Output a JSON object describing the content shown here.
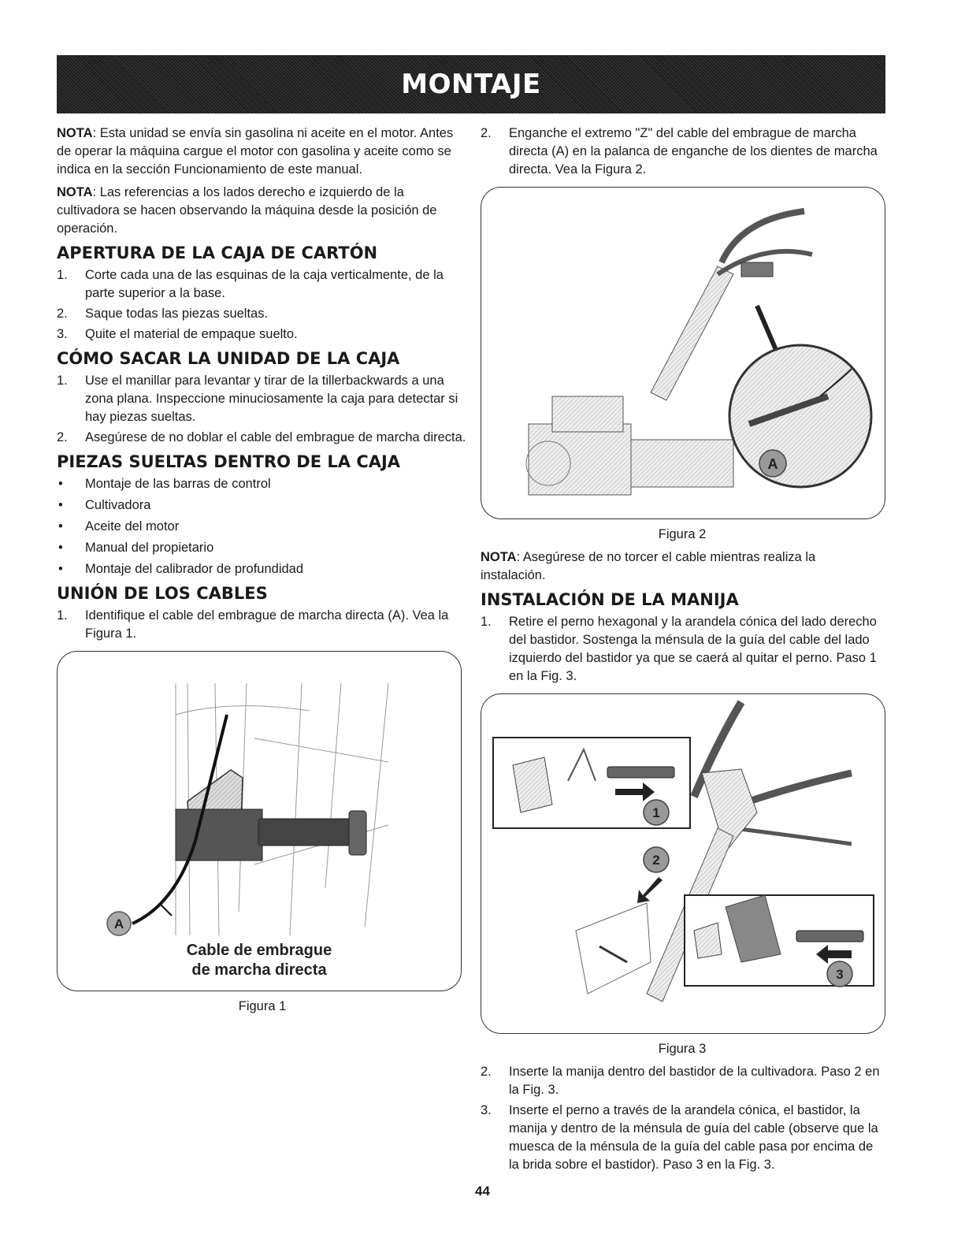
{
  "page_title": "MONTAJE",
  "left": {
    "nota1_label": "NOTA",
    "nota1_text": ": Esta unidad se envía sin gasolina ni aceite en el motor. Antes de operar la máquina cargue el motor con gasolina y aceite como se indica en la sección Funcionamiento de este manual.",
    "nota2_label": "NOTA",
    "nota2_text": ": Las referencias a los lados derecho e izquierdo de la cultivadora se hacen observando la máquina desde la posición de operación.",
    "section1_title": "APERTURA DE LA CAJA DE CARTÓN",
    "section1_items": [
      {
        "num": "1.",
        "text": "Corte cada una de las esquinas de la caja verticalmente, de la parte superior a la base."
      },
      {
        "num": "2.",
        "text": "Saque todas las piezas sueltas."
      },
      {
        "num": "3.",
        "text": "Quite el material de empaque suelto."
      }
    ],
    "section2_title": "CÓMO SACAR LA UNIDAD DE LA CAJA",
    "section2_items": [
      {
        "num": "1.",
        "text": "Use el manillar para levantar y tirar de la tillerbackwards a una zona plana. Inspeccione minuciosamente la caja para detectar si hay piezas sueltas."
      },
      {
        "num": "2.",
        "text": "Asegúrese de no doblar el cable del embrague de marcha directa."
      }
    ],
    "section3_title": "PIEZAS SUELTAS DENTRO DE LA CAJA",
    "section3_items": [
      "Montaje de las barras de control",
      "Cultivadora",
      "Aceite del motor",
      "Manual del propietario",
      "Montaje del calibrador de profundidad"
    ],
    "section4_title": "UNIÓN DE LOS CABLES",
    "section4_items": [
      {
        "num": "1.",
        "text": "Identifique el cable del embrague de marcha directa (A). Vea la Figura 1."
      }
    ],
    "figure1": {
      "label_a": "A",
      "callout_line1": "Cable de embrague",
      "callout_line2": "de marcha directa",
      "caption": "Figura 1"
    }
  },
  "right": {
    "step2_num": "2.",
    "step2_text": "Enganche el extremo \"Z\" del cable del embrague de marcha directa (A) en la palanca de enganche de los dientes de marcha directa. Vea la Figura 2.",
    "figure2": {
      "label_a": "A",
      "caption": "Figura 2"
    },
    "nota3_label": "NOTA",
    "nota3_text": ": Asegúrese de no torcer el cable mientras realiza la instalación.",
    "section5_title": "INSTALACIÓN DE LA MANIJA",
    "section5_items": [
      {
        "num": "1.",
        "text": "Retire el perno hexagonal y la arandela cónica del lado derecho del bastidor. Sostenga la ménsula de la guía del cable del lado izquierdo del bastidor ya que se caerá al quitar el perno. Paso 1 en la Fig. 3."
      }
    ],
    "figure3": {
      "step1": "1",
      "step2": "2",
      "step3": "3",
      "caption": "Figura 3"
    },
    "section5_items_after": [
      {
        "num": "2.",
        "text": "Inserte la manija dentro del bastidor de la cultivadora. Paso 2 en la Fig. 3."
      },
      {
        "num": "3.",
        "text": "Inserte el perno a través de la arandela cónica, el bastidor, la manija y dentro de la ménsula de guía del cable (observe que la muesca de la ménsula de la guía del cable pasa por encima de la brida sobre el bastidor). Paso 3 en la Fig. 3."
      }
    ]
  },
  "page_number": "44"
}
